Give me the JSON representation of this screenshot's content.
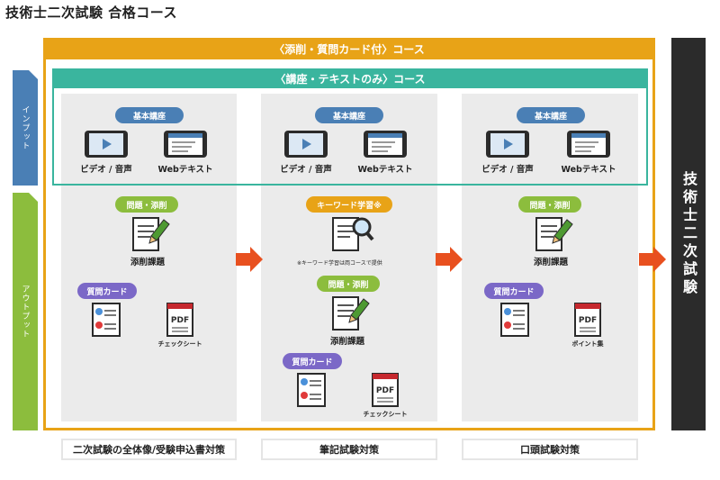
{
  "title": "技術士二次試験 合格コース",
  "side_labels": {
    "input": "インプット",
    "output": "アウトプット"
  },
  "outer_course": "〈添削・質問カード付〉コース",
  "inner_course": "〈講座・テキストのみ〉コース",
  "goal": "技術士二次試験",
  "columns": [
    {
      "basic_course": "基本講座",
      "video_label": "ビデオ / 音声",
      "web_label": "Webテキスト",
      "task_pill": "問題・添削",
      "task_label": "添削課題",
      "qcard_pill": "質問カード",
      "doc_label": "チェックシート",
      "footer": "二次試験の全体像/受験申込書対策"
    },
    {
      "basic_course": "基本講座",
      "video_label": "ビデオ / 音声",
      "web_label": "Webテキスト",
      "keyword_pill": "キーワード学習※",
      "keyword_note": "※キーワード学習は両コースで提供",
      "task_pill": "問題・添削",
      "task_label": "添削課題",
      "qcard_pill": "質問カード",
      "doc_label": "チェックシート",
      "footer": "筆記試験対策"
    },
    {
      "basic_course": "基本講座",
      "video_label": "ビデオ / 音声",
      "web_label": "Webテキスト",
      "task_pill": "問題・添削",
      "task_label": "添削課題",
      "qcard_pill": "質問カード",
      "doc_label": "ポイント集",
      "footer": "口頭試験対策"
    }
  ],
  "pdf_text": "PDF",
  "colors": {
    "orange": "#e8a317",
    "teal": "#3ab59e",
    "blue": "#4a7fb5",
    "green": "#8cbd3d",
    "purple": "#7b68c7",
    "arrow": "#e8501f",
    "dark": "#2b2b2b"
  }
}
